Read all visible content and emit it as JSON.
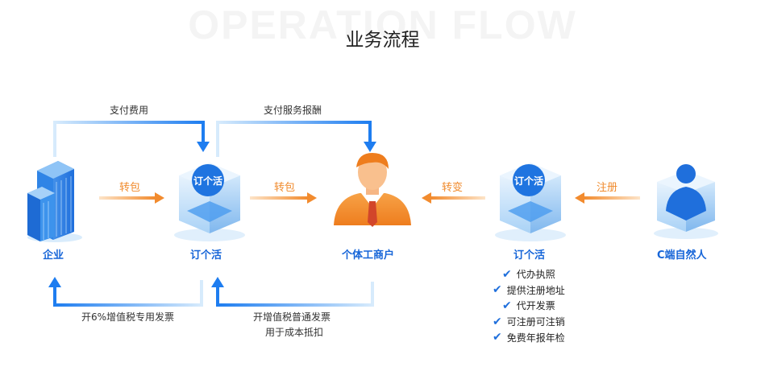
{
  "watermark": "OPERATION FLOW",
  "title": "业务流程",
  "nodes": {
    "enterprise": "企业",
    "dinggehuo_left": "订个活",
    "individual_business": "个体工商户",
    "dinggehuo_right": "订个活",
    "c_person": "C端自然人"
  },
  "logo_text": "订个活",
  "arrows": {
    "pay_fee": "支付费用",
    "pay_service": "支付服务报酬",
    "transfer_left": "转包",
    "transfer_mid": "转包",
    "transfer_change": "转变",
    "register": "注册",
    "invoice_vat": "开6%增值税专用发票",
    "invoice_general_1": "开增值税普通发票",
    "invoice_general_2": "用于成本抵扣"
  },
  "features": [
    "代办执照",
    "提供注册地址",
    "代开发票",
    "可注册可注销",
    "免费年报年检"
  ],
  "colors": {
    "primary_blue": "#1f7ff0",
    "light_blue": "#cfe6fb",
    "orange": "#f5a04a",
    "label_blue": "#1665d8"
  }
}
